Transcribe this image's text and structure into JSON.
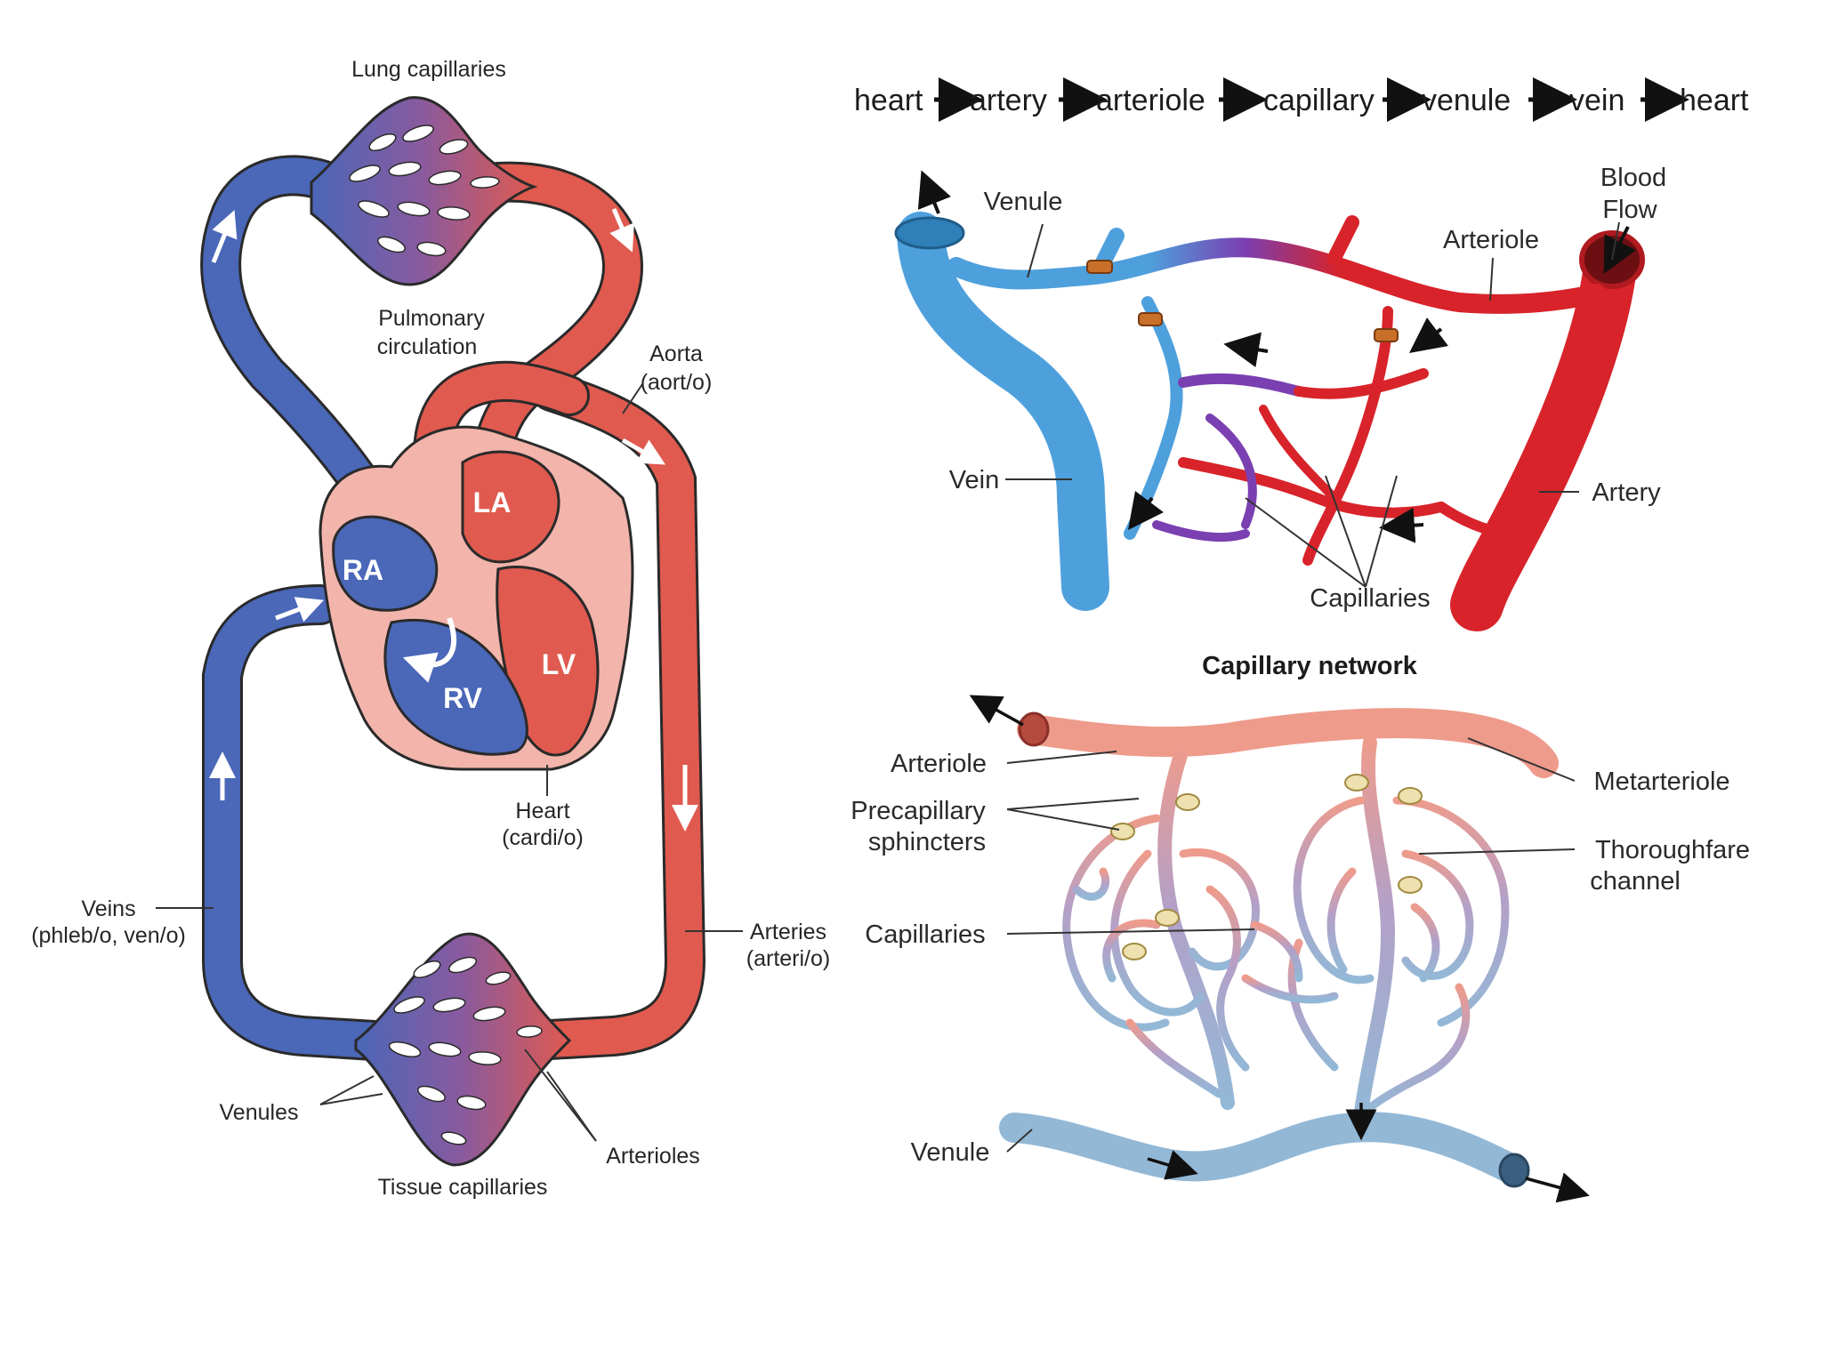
{
  "colors": {
    "oxygenated": "#e05a4f",
    "deoxygenated": "#4a67b8",
    "heart_wall": "#f2b4ab",
    "vessel_red": "#d8232a",
    "vessel_blue": "#4ea0dc",
    "vessel_purple": "#7a3fb0",
    "network_red": "#ee9b8c",
    "network_blue": "#93b8d6",
    "network_purple": "#b3a0c8"
  },
  "left_diagram": {
    "lung_capillaries": "Lung capillaries",
    "pulmonary_line1": "Pulmonary",
    "pulmonary_line2": "circulation",
    "aorta_line1": "Aorta",
    "aorta_line2": "(aort/o)",
    "chamber_la": "LA",
    "chamber_ra": "RA",
    "chamber_rv": "RV",
    "chamber_lv": "LV",
    "heart_line1": "Heart",
    "heart_line2": "(cardi/o)",
    "veins_line1": "Veins",
    "veins_line2": "(phleb/o, ven/o)",
    "arteries_line1": "Arteries",
    "arteries_line2": "(arteri/o)",
    "venules": "Venules",
    "arterioles": "Arterioles",
    "tissue_capillaries": "Tissue capillaries"
  },
  "flow_sequence": [
    "heart",
    "artery",
    "arteriole",
    "capillary",
    "venule",
    "vein",
    "heart"
  ],
  "vessel_diagram": {
    "venule": "Venule",
    "blood_flow_line1": "Blood",
    "blood_flow_line2": "Flow",
    "arteriole": "Arteriole",
    "vein": "Vein",
    "artery": "Artery",
    "capillaries": "Capillaries"
  },
  "network_diagram": {
    "title": "Capillary network",
    "arteriole": "Arteriole",
    "precapillary_line1": "Precapillary",
    "precapillary_line2": "sphincters",
    "capillaries": "Capillaries",
    "venule": "Venule",
    "metarteriole": "Metarteriole",
    "thoroughfare_line1": "Thoroughfare",
    "thoroughfare_line2": "channel"
  }
}
